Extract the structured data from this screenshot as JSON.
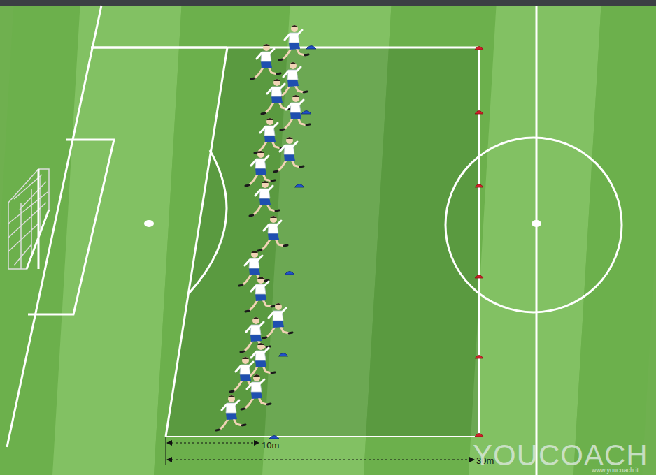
{
  "diagram": {
    "labels": [
      "10m",
      "30m",
      "YOUCOACH",
      "www.youcoach.it"
    ]
  }
}
